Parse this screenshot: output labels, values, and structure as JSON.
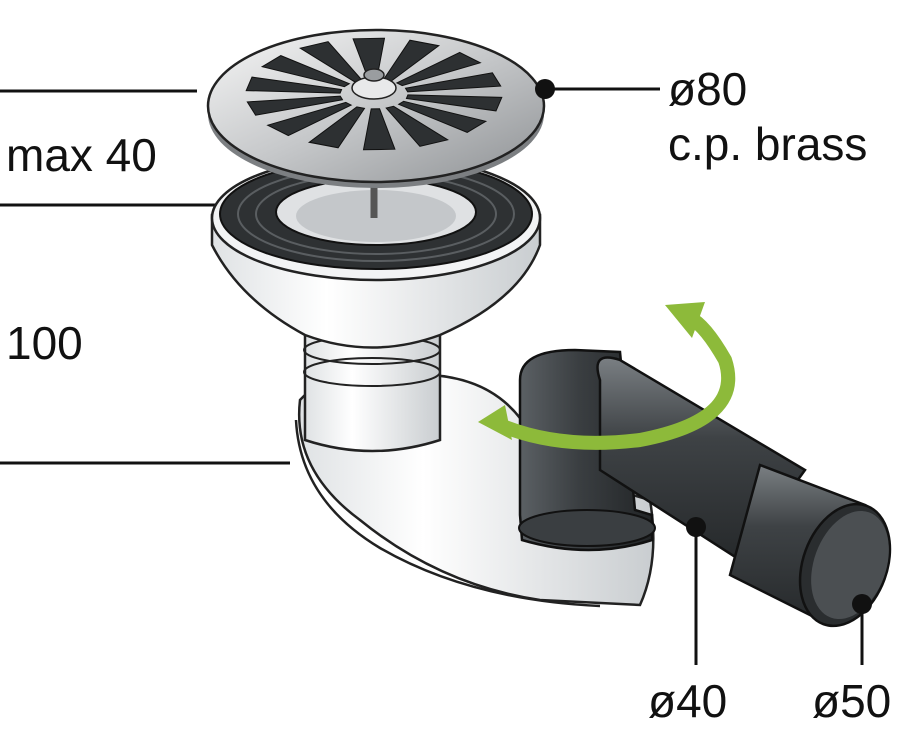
{
  "labels": {
    "height_top": "max 40",
    "height_body": "100",
    "grate_diameter": "ø80",
    "grate_material": "c.p. brass",
    "outlet_small": "ø40",
    "outlet_large": "ø50"
  },
  "colors": {
    "rotation_arrow": "#8DBA3A",
    "pipe": "#3E4245",
    "gasket": "#2E3133",
    "chrome": "#C9CBCD",
    "body": "#EEF0F1"
  }
}
